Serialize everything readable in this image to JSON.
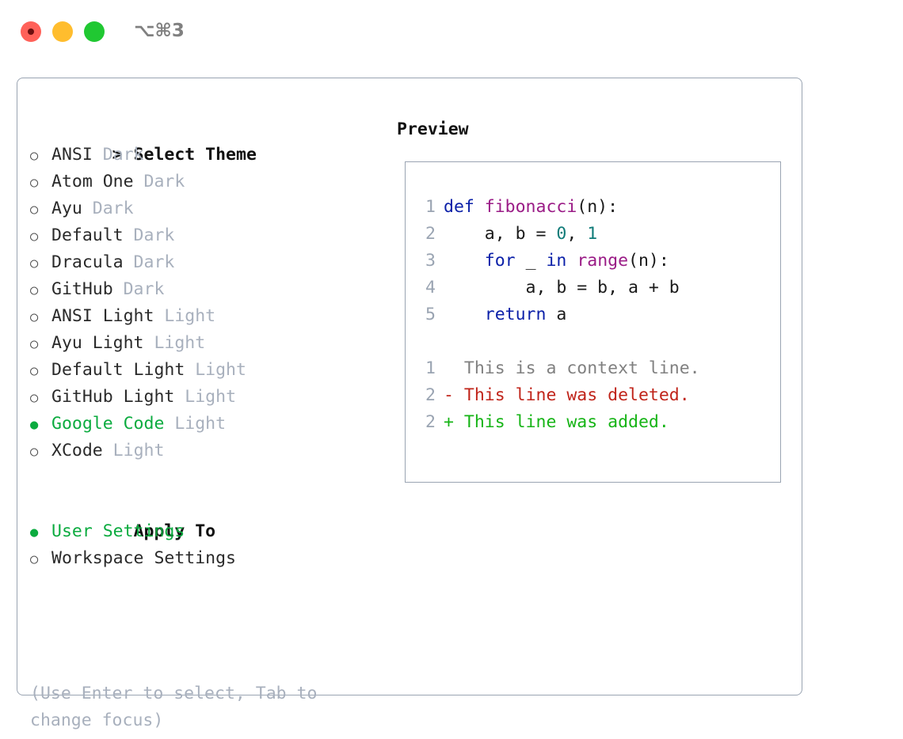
{
  "titlebar": {
    "shortcut": "⌥⌘3",
    "buttons": {
      "close": "close-button",
      "minimize": "minimize-button",
      "maximize": "maximize-button"
    }
  },
  "theme_section": {
    "caret": ">",
    "heading": "Select Theme",
    "marker_selected": "●",
    "marker_unselected": "○",
    "items": [
      {
        "label": "ANSI",
        "category": "Dark",
        "selected": false
      },
      {
        "label": "Atom One",
        "category": "Dark",
        "selected": false
      },
      {
        "label": "Ayu",
        "category": "Dark",
        "selected": false
      },
      {
        "label": "Default",
        "category": "Dark",
        "selected": false
      },
      {
        "label": "Dracula",
        "category": "Dark",
        "selected": false
      },
      {
        "label": "GitHub",
        "category": "Dark",
        "selected": false
      },
      {
        "label": "ANSI Light",
        "category": "Light",
        "selected": false
      },
      {
        "label": "Ayu Light",
        "category": "Light",
        "selected": false
      },
      {
        "label": "Default Light",
        "category": "Light",
        "selected": false
      },
      {
        "label": "GitHub Light",
        "category": "Light",
        "selected": false
      },
      {
        "label": "Google Code",
        "category": "Light",
        "selected": true
      },
      {
        "label": "XCode",
        "category": "Light",
        "selected": false
      }
    ]
  },
  "apply_section": {
    "heading": "Apply To",
    "items": [
      {
        "label": "User Settings",
        "selected": true
      },
      {
        "label": "Workspace Settings",
        "selected": false
      }
    ]
  },
  "hint": "(Use Enter to select, Tab to change focus)",
  "preview": {
    "title": "Preview",
    "code_lines": [
      {
        "lineno": "1",
        "tokens": [
          {
            "t": "def ",
            "c": "kw"
          },
          {
            "t": "fibonacci",
            "c": "fn"
          },
          {
            "t": "(n):",
            "c": "pl"
          }
        ]
      },
      {
        "lineno": "2",
        "tokens": [
          {
            "t": "    a, b = ",
            "c": "pl"
          },
          {
            "t": "0",
            "c": "num"
          },
          {
            "t": ", ",
            "c": "pl"
          },
          {
            "t": "1",
            "c": "num"
          }
        ]
      },
      {
        "lineno": "3",
        "tokens": [
          {
            "t": "    ",
            "c": "pl"
          },
          {
            "t": "for",
            "c": "kw"
          },
          {
            "t": " _ ",
            "c": "pl"
          },
          {
            "t": "in",
            "c": "kw"
          },
          {
            "t": " ",
            "c": "pl"
          },
          {
            "t": "range",
            "c": "fn"
          },
          {
            "t": "(n):",
            "c": "pl"
          }
        ]
      },
      {
        "lineno": "4",
        "tokens": [
          {
            "t": "        a, b = b, a + b",
            "c": "pl"
          }
        ]
      },
      {
        "lineno": "5",
        "tokens": [
          {
            "t": "    ",
            "c": "pl"
          },
          {
            "t": "return",
            "c": "kw"
          },
          {
            "t": " a",
            "c": "pl"
          }
        ]
      }
    ],
    "diff_lines": [
      {
        "lineno": "1",
        "sign": " ",
        "text": "This is a context line.",
        "kind": "ctx"
      },
      {
        "lineno": "2",
        "sign": "-",
        "text": "This line was deleted.",
        "kind": "del"
      },
      {
        "lineno": "2",
        "sign": "+",
        "text": "This line was added.",
        "kind": "add"
      }
    ]
  },
  "colors": {
    "accent_green": "#0bab3f",
    "muted": "#a8b0bd",
    "border": "#9aa4b2",
    "keyword": "#0a1fa8",
    "function": "#9a1b86",
    "number": "#0f7b78",
    "diff_delete": "#c0241a",
    "diff_add": "#16b416",
    "traffic_red": "#ff6159",
    "traffic_yellow": "#ffbd2e",
    "traffic_green": "#20c832"
  }
}
